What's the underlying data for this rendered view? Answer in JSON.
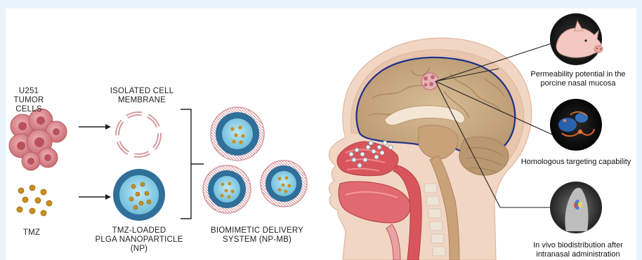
{
  "labels": {
    "tumor_cells": [
      "U251",
      "TUMOR CELLS"
    ],
    "isolated_membrane": [
      "ISOLATED CELL",
      "MEMBRANE"
    ],
    "tmz": "TMZ",
    "nanoparticle": [
      "TMZ-LOADED",
      "PLGA NANOPARTICLE",
      "(NP)"
    ],
    "delivery_system": [
      "BIOMIMETIC DELIVERY",
      "SYSTEM (NP-MB)"
    ]
  },
  "callouts": [
    {
      "id": "pig",
      "icon": "pig-icon",
      "text": [
        "Permeability potential in the",
        "porcine nasal mucosa"
      ]
    },
    {
      "id": "targeting",
      "icon": "fluorescence-cell-icon",
      "text": [
        "Homologous targeting capability"
      ]
    },
    {
      "id": "imaging",
      "icon": "in-vivo-imaging-icon",
      "text": [
        "In vivo biodistribution after",
        "intranasal administration"
      ]
    }
  ],
  "colors": {
    "tumor": "#d98a8f",
    "nanoparticle_shell": "#2f6f9a",
    "nanoparticle_core": "#8ed0e6",
    "drug": "#c98f1e",
    "brain": "#c9ab85",
    "skin": "#f1d6c4",
    "nasal": "#d9555c"
  }
}
